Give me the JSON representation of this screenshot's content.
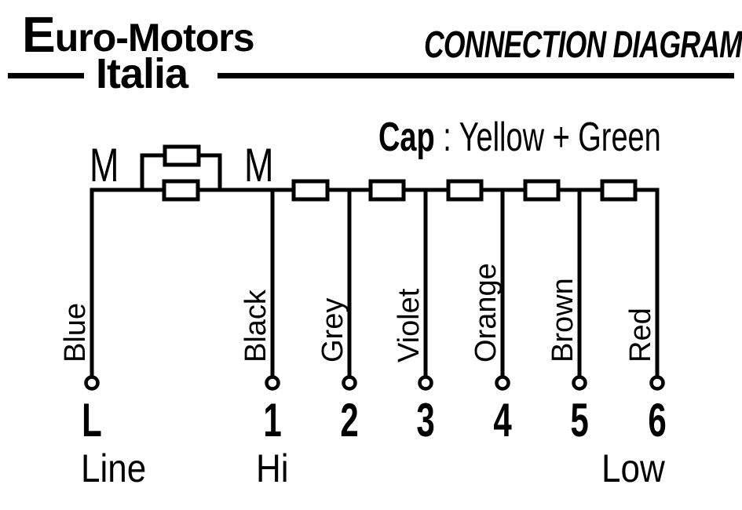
{
  "brand": {
    "name_initial": "E",
    "name_rest": "uro-Motors",
    "name_line2": "Italia"
  },
  "header": {
    "title": "CONNECTION DIAGRAM"
  },
  "capacitor_note": {
    "label": "Cap",
    "separator": " : ",
    "value": "Yellow + Green"
  },
  "motor": {
    "label_left": "M",
    "label_right": "M"
  },
  "wires": [
    {
      "color": "Blue",
      "terminal": "L",
      "function": "Line"
    },
    {
      "color": "Black",
      "terminal": "1",
      "function": "Hi"
    },
    {
      "color": "Grey",
      "terminal": "2"
    },
    {
      "color": "Violet",
      "terminal": "3"
    },
    {
      "color": "Orange",
      "terminal": "4"
    },
    {
      "color": "Brown",
      "terminal": "5"
    },
    {
      "color": "Red",
      "terminal": "6",
      "function": "Low"
    }
  ],
  "colors": {
    "ink": "#000000",
    "paper": "#ffffff"
  }
}
